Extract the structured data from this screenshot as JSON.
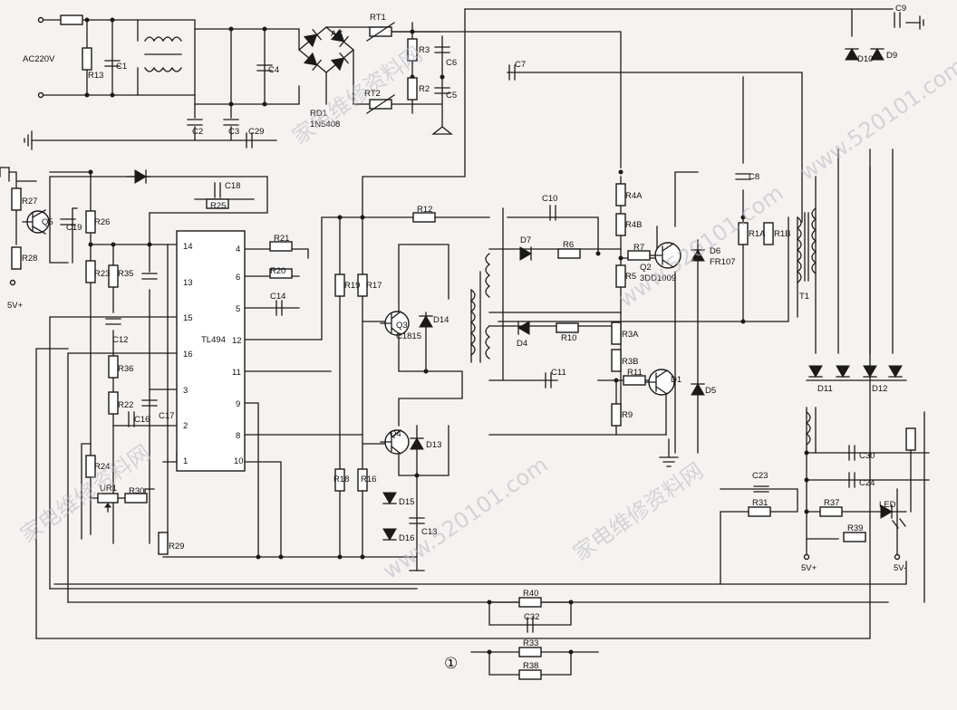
{
  "figure": {
    "number_label": "①",
    "watermarks": [
      "家电维修资料网",
      "www.520101.com"
    ]
  },
  "labels": {
    "ac_input": "AC220V",
    "bridge": "AC",
    "rd1": "RD1",
    "rd1_part": "1N5408",
    "ic": "TL494",
    "q1": "D1",
    "q2": "Q2",
    "q2_part": "3DD1009",
    "q3": "Q3",
    "q3_part": "C1815",
    "q4": "Q4",
    "q5": "Q5",
    "t1": "T1",
    "led": "LED",
    "out_pos": "5V+",
    "out_neg": "5V-",
    "aux_supply": "5V+",
    "d6_part": "FR107"
  },
  "resistors": [
    "R13",
    "R27",
    "R28",
    "R26",
    "R23",
    "R35",
    "R36",
    "R22",
    "R24",
    "R30",
    "R29",
    "R25",
    "R21",
    "R20",
    "R19",
    "R17",
    "R18",
    "R16",
    "R12",
    "R3",
    "R2",
    "R4A",
    "R4B",
    "R5",
    "R3A",
    "R3B",
    "R9",
    "R6",
    "R7",
    "R10",
    "R11",
    "R1A",
    "R1B",
    "R31",
    "R37",
    "R39",
    "R40",
    "R33",
    "R38"
  ],
  "capacitors": [
    "C1",
    "C2",
    "C3",
    "C4",
    "C29",
    "C5",
    "C6",
    "C7",
    "C8",
    "C9",
    "C10",
    "C11",
    "C12",
    "C13",
    "C14",
    "C16",
    "C17",
    "C18",
    "C19",
    "C23",
    "C24",
    "C30",
    "C32"
  ],
  "diodes": [
    "D4",
    "D5",
    "D6",
    "D7",
    "D9",
    "D10",
    "D11",
    "D12",
    "D13",
    "D14",
    "D15",
    "D16"
  ],
  "thermistors": [
    "RT1",
    "RT2"
  ],
  "potentiometers": [
    "UR1"
  ],
  "ic_pins": [
    "14",
    "13",
    "15",
    "16",
    "3",
    "2",
    "1",
    "10",
    "4",
    "6",
    "5",
    "12",
    "11",
    "9",
    "8"
  ]
}
